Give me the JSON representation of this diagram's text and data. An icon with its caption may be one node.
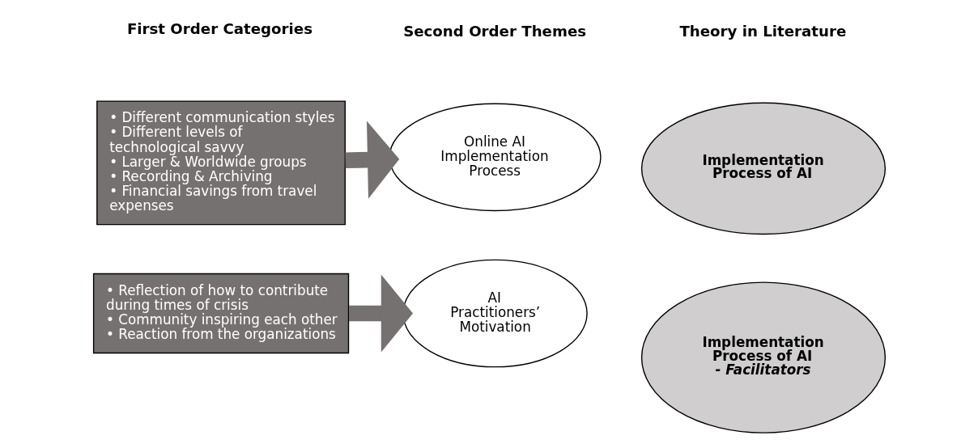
{
  "diagram": {
    "nodes": [
      {
        "text": [
          "• Different communication styles",
          "• Different levels of technological savvy",
          "• Larger & Worldwide groups",
          "• Recording & Archiving",
          "• Financial savings from travel expenses"
        ]
      },
      {
        "text": [
          "Online AI Implementation Process"
        ]
      },
      {
        "text": [
          "Implementation Process of AI"
        ]
      },
      {
        "text": [
          "• Reflection of how to contribute during times of crisis",
          "• Community inspiring each other",
          "• Reaction from the organizations"
        ]
      },
      {
        "text": [
          "AI Practitioners’ Motivation"
        ]
      },
      {
        "text": [
          "Implementation Process of AI",
          "- Facilitators"
        ]
      }
    ],
    "edges": [
      {
        "from": 0,
        "to": 1,
        "arrow": "to"
      },
      {
        "from": 3,
        "to": 4,
        "arrow": "to"
      }
    ],
    "labels": [
      "First Order Categories",
      "Second Order Themes",
      "Theory in Literature"
    ]
  }
}
